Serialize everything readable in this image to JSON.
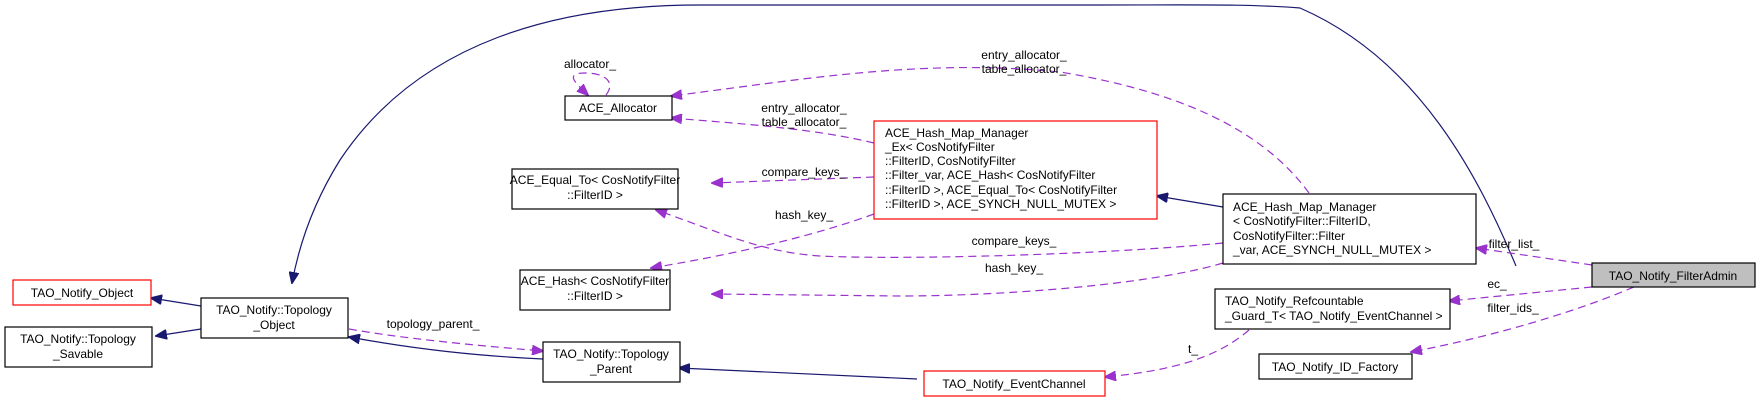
{
  "diagram": {
    "title": "TAO_Notify_FilterAdmin collaboration graph",
    "colors": {
      "inheritance_edge": "#191970",
      "usage_edge": "#9a32cd",
      "focus_fill": "#bfbfbf",
      "incomplete_border": "#ff0000",
      "normal_border": "#000000"
    },
    "nodes": {
      "filter_admin": {
        "lines": [
          "TAO_Notify_FilterAdmin"
        ],
        "focus": true
      },
      "notify_object": {
        "lines": [
          "TAO_Notify_Object"
        ],
        "incomplete": true
      },
      "topology_savable": {
        "lines": [
          "TAO_Notify::Topology",
          "_Savable"
        ]
      },
      "topology_object": {
        "lines": [
          "TAO_Notify::Topology",
          "_Object"
        ]
      },
      "ace_allocator": {
        "lines": [
          "ACE_Allocator"
        ]
      },
      "ace_equal_to": {
        "lines": [
          "ACE_Equal_To< CosNotifyFilter",
          "::FilterID >"
        ]
      },
      "ace_hash": {
        "lines": [
          "ACE_Hash< CosNotifyFilter",
          "::FilterID >"
        ]
      },
      "topology_parent": {
        "lines": [
          "TAO_Notify::Topology",
          "_Parent"
        ]
      },
      "hash_map_manager_ex": {
        "lines": [
          "ACE_Hash_Map_Manager",
          "_Ex< CosNotifyFilter",
          "::FilterID, CosNotifyFilter",
          "::Filter_var, ACE_Hash< CosNotifyFilter",
          "::FilterID >, ACE_Equal_To< CosNotifyFilter",
          "::FilterID >, ACE_SYNCH_NULL_MUTEX >"
        ],
        "incomplete": true
      },
      "event_channel": {
        "lines": [
          "TAO_Notify_EventChannel"
        ],
        "incomplete": true
      },
      "hash_map_manager": {
        "lines": [
          "ACE_Hash_Map_Manager",
          "< CosNotifyFilter::FilterID,",
          " CosNotifyFilter::Filter",
          "_var, ACE_SYNCH_NULL_MUTEX >"
        ]
      },
      "refcountable_guard": {
        "lines": [
          "TAO_Notify_Refcountable",
          "_Guard_T< TAO_Notify_EventChannel >"
        ]
      },
      "id_factory": {
        "lines": [
          "TAO_Notify_ID_Factory"
        ]
      }
    },
    "edge_labels": {
      "allocator_self": "allocator_",
      "entry_alloc_top": [
        "entry_allocator_",
        "table_allocator_"
      ],
      "entry_alloc_mid": [
        "entry_allocator_",
        "table_allocator_"
      ],
      "compare_keys_ex": "compare_keys_",
      "hash_key_ex": "hash_key_",
      "compare_keys_mgr": "compare_keys_",
      "hash_key_mgr": "hash_key_",
      "topology_parent": "topology_parent_",
      "t": "t_",
      "filter_list": "filter_list_",
      "ec": "ec_",
      "filter_ids": "filter_ids_"
    }
  }
}
